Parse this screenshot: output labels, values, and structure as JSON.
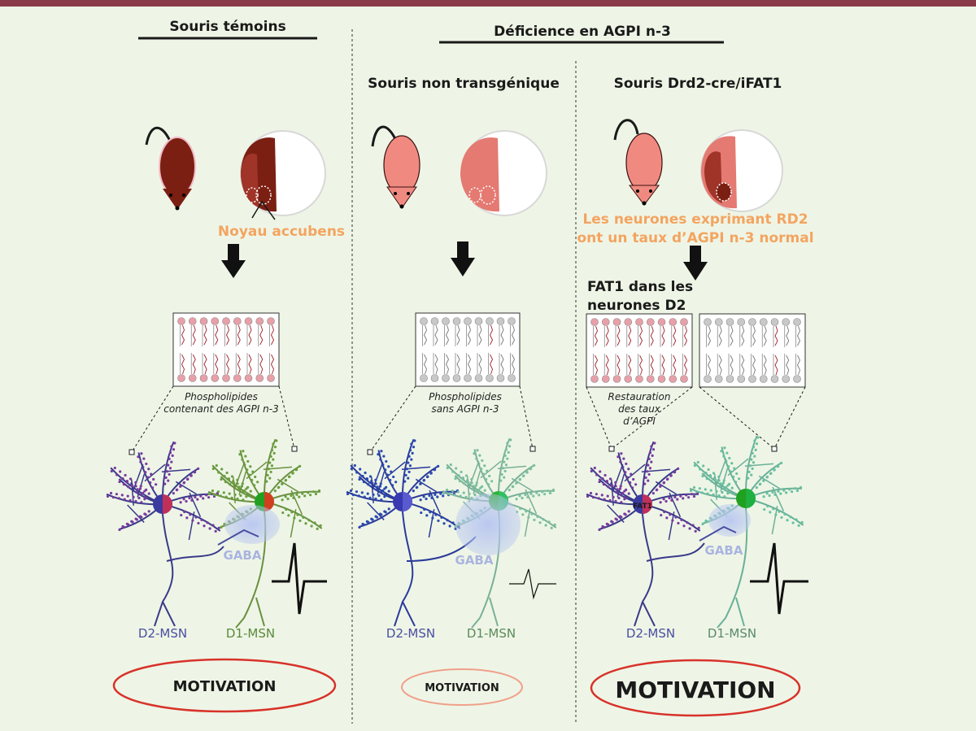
{
  "headers": {
    "control": "Souris témoins",
    "deficiency": "Déficience en AGPI n-3",
    "non_transgenic": "Souris non transgénique",
    "transgenic": "Souris Drd2-cre/iFAT1"
  },
  "annotations": {
    "nucleus_accumbens": "Noyau accubens",
    "rd2_line1": "Les neurones exprimant RD2",
    "rd2_line2": "ont un taux d’AGPI n-3 normal",
    "fat1_line1": "FAT1 dans les",
    "fat1_line2": "neurones D2",
    "fat1_badge": "FAT1"
  },
  "captions": {
    "control_line1": "Phospholipides",
    "control_line2": "contenant des AGPI n-3",
    "nontrans_line1": "Phospholipides",
    "nontrans_line2": "sans AGPI n-3",
    "restore_line1": "Restauration",
    "restore_line2": "des taux",
    "restore_line3": "d’AGPI"
  },
  "labels": {
    "gaba": "GABA",
    "d2": "D2-MSN",
    "d1": "D1-MSN",
    "motivation": "MOTIVATION"
  },
  "colors": {
    "background": "#eef5e6",
    "top_bar": "#8b3a4a",
    "mouse_dark": "#7a1f12",
    "mouse_pink": "#f08a80",
    "orange_text": "#f4a460",
    "d2_blue": "#4a4ea0",
    "d1_green": "#6fa080",
    "ellipse_red": "#d8322a"
  }
}
